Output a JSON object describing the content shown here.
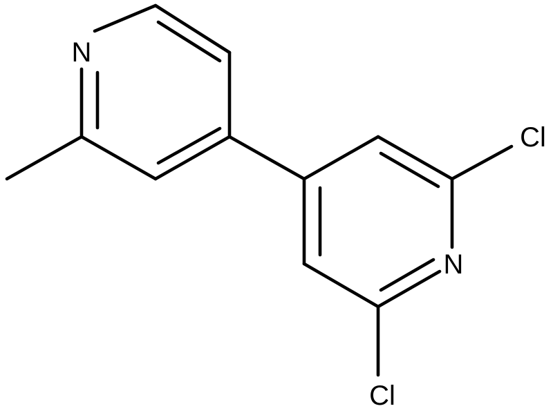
{
  "molecule": {
    "atoms": [
      {
        "id": "n1",
        "symbol": "N"
      },
      {
        "id": "n2",
        "symbol": "N"
      },
      {
        "id": "cl1",
        "symbol": "Cl"
      },
      {
        "id": "cl2",
        "symbol": "Cl"
      }
    ]
  }
}
